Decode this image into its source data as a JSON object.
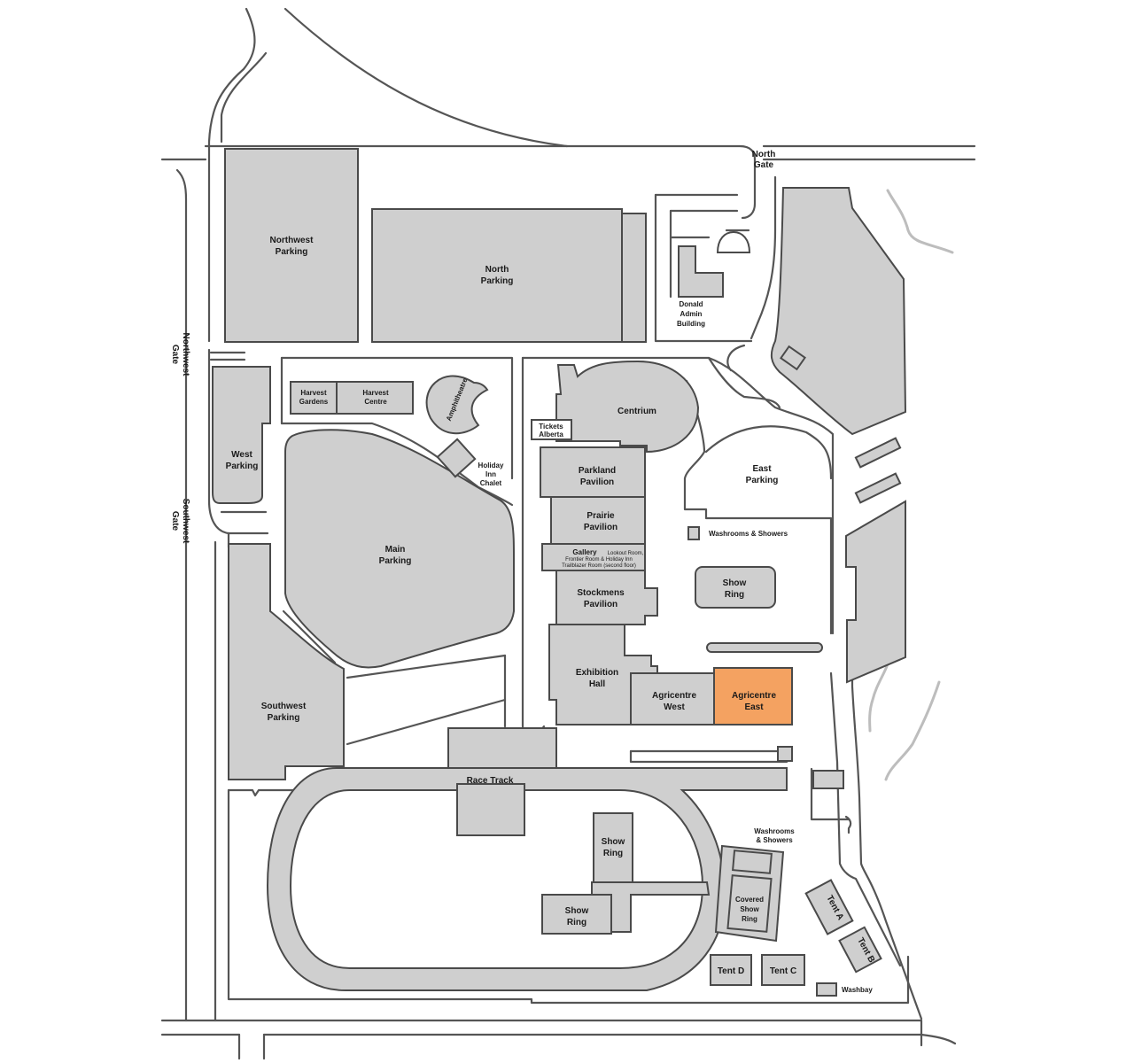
{
  "colors": {
    "building": "#cfcfcf",
    "highlight": "#f4a261",
    "outline": "#4a4a4a",
    "creek": "#bdbdbd"
  },
  "gates": {
    "north": [
      "North",
      "Gate"
    ],
    "northwest": [
      "Northwest",
      "Gate"
    ],
    "southwest": [
      "Southwest",
      "Gate"
    ]
  },
  "parking": {
    "northwest": [
      "Northwest",
      "Parking"
    ],
    "north": [
      "North",
      "Parking"
    ],
    "west": [
      "West",
      "Parking"
    ],
    "main": [
      "Main",
      "Parking"
    ],
    "southwest": [
      "Southwest",
      "Parking"
    ],
    "east": [
      "East",
      "Parking"
    ]
  },
  "buildings": {
    "donald_admin": [
      "Donald",
      "Admin",
      "Building"
    ],
    "harvest_gardens": [
      "Harvest",
      "Gardens"
    ],
    "harvest_centre": [
      "Harvest",
      "Centre"
    ],
    "amphitheatre": "Amphitheatre",
    "holiday_inn_chalet": [
      "Holiday",
      "Inn",
      "Chalet"
    ],
    "tickets_alberta": [
      "Tickets",
      "Alberta"
    ],
    "centrium": "Centrium",
    "parkland_pavilion": [
      "Parkland",
      "Pavilion"
    ],
    "prairie_pavilion": [
      "Prairie",
      "Pavilion"
    ],
    "gallery_title": "Gallery",
    "gallery_note": [
      "Lookout Room,",
      "Frontier Room & Holiday Inn",
      "Trailblazer Room (second floor)"
    ],
    "stockmens_pavilion": [
      "Stockmens",
      "Pavilion"
    ],
    "exhibition_hall": [
      "Exhibition",
      "Hall"
    ],
    "agricentre_west": [
      "Agricentre",
      "West"
    ],
    "agricentre_east": [
      "Agricentre",
      "East"
    ],
    "washrooms_east": "Washrooms & Showers",
    "show_ring_east": [
      "Show",
      "Ring"
    ],
    "race_track": "Race Track",
    "show_ring_north": [
      "Show",
      "Ring"
    ],
    "show_ring_south": [
      "Show",
      "Ring"
    ],
    "washrooms_south": [
      "Washrooms",
      "& Showers"
    ],
    "covered_show_ring": [
      "Covered",
      "Show",
      "Ring"
    ],
    "tent_a": "Tent A",
    "tent_b": "Tent B",
    "tent_c": "Tent C",
    "tent_d": "Tent D",
    "washbay": "Washbay"
  }
}
